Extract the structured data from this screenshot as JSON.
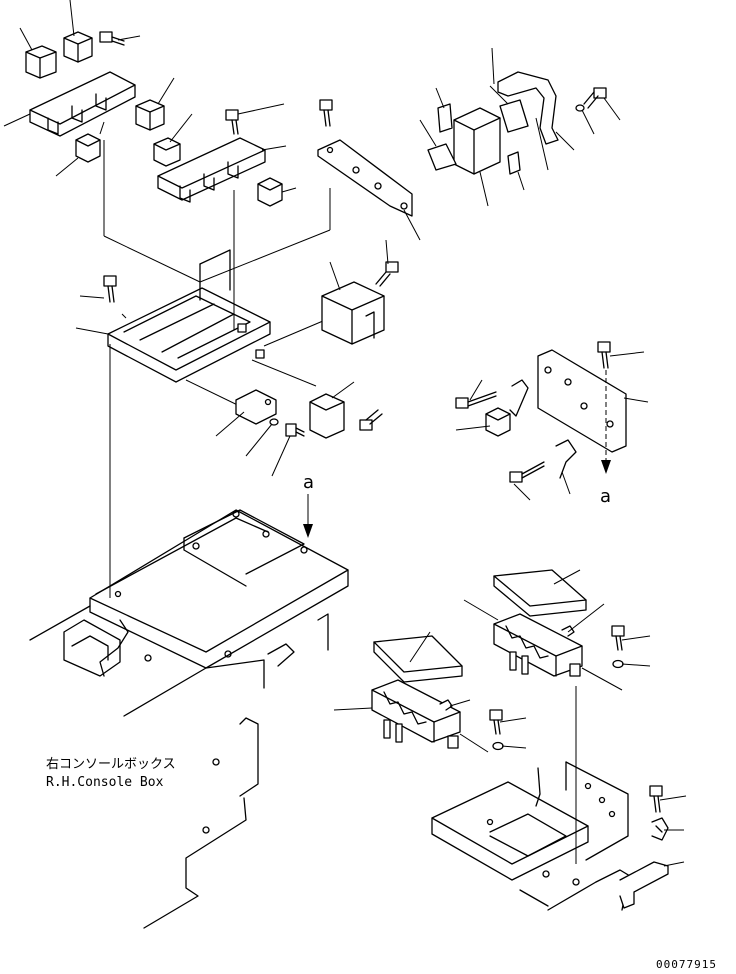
{
  "console_label": {
    "japanese": "右コンソールボックス",
    "english": "R.H.Console Box"
  },
  "view_marker": "a",
  "view_marker_2": "a",
  "document_number": "00077915"
}
